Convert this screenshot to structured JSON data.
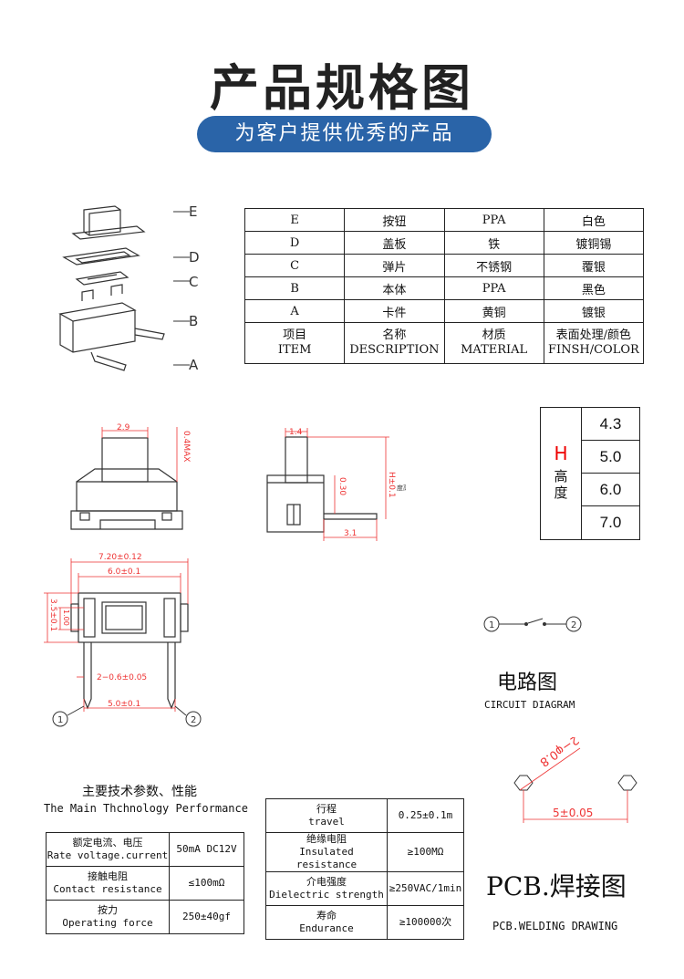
{
  "title": "产品规格图",
  "subtitle": "为客户提供优秀的产品",
  "exploded_labels": [
    "E",
    "D",
    "C",
    "B",
    "A"
  ],
  "materials": {
    "rows": [
      [
        "E",
        "按钮",
        "PPA",
        "白色"
      ],
      [
        "D",
        "盖板",
        "铁",
        "镀铜锡"
      ],
      [
        "C",
        "弹片",
        "不锈钢",
        "覆银"
      ],
      [
        "B",
        "本体",
        "PPA",
        "黑色"
      ],
      [
        "A",
        "卡件",
        "黄铜",
        "镀银"
      ]
    ],
    "header_cn": [
      "项目",
      "名称",
      "材质",
      "表面处理/颜色"
    ],
    "header_en": [
      "ITEM",
      "DESCRIPTION",
      "MATERIAL",
      "FINSH/COLOR"
    ]
  },
  "dims": {
    "front_width": "2.9",
    "front_side": "0.4MAX",
    "side_top": "1.4",
    "side_mid": "0.30",
    "side_h": "H±0.1",
    "side_h_note": "度高",
    "side_bottom": "3.1",
    "top_outer": "7.20±0.12",
    "top_inner": "6.0±0.1",
    "top_height": "3.5±0.1",
    "top_inner_h": "1.00",
    "pin_dia": "2−0.6±0.05",
    "pin_pitch": "5.0±0.1",
    "pin1": "1",
    "pin2": "2"
  },
  "height_table": {
    "label_letter": "H",
    "label_cn": "高度",
    "values": [
      "4.3",
      "5.0",
      "6.0",
      "7.0"
    ]
  },
  "circuit": {
    "title_cn": "电路图",
    "title_en": "CIRCUIT DIAGRAM",
    "n1": "1",
    "n2": "2"
  },
  "pcb": {
    "dia": "2−φ0.8",
    "pitch": "5±0.05",
    "title_cn": "PCB.焊接图",
    "title_en": "PCB.WELDING DRAWING"
  },
  "specs": {
    "title_cn": "主要技术参数、性能",
    "title_en": "The Main Thchnology Performance",
    "left": [
      {
        "cn": "额定电流、电压",
        "en": "Rate voltage.current",
        "val": "50mA DC12V"
      },
      {
        "cn": "接触电阻",
        "en": "Contact resistance",
        "val": "≤100mΩ"
      },
      {
        "cn": "按力",
        "en": "Operating force",
        "val": "250±40gf"
      }
    ],
    "right": [
      {
        "cn": "行程",
        "en": "travel",
        "val": "0.25±0.1m"
      },
      {
        "cn": "绝缘电阻",
        "en": "Insulated resistance",
        "val": "≥100MΩ"
      },
      {
        "cn": "介电强度",
        "en": "Dielectric strength",
        "val": "≥250VAC/1min"
      },
      {
        "cn": "寿命",
        "en": "Endurance",
        "val": "≥100000次"
      }
    ]
  }
}
